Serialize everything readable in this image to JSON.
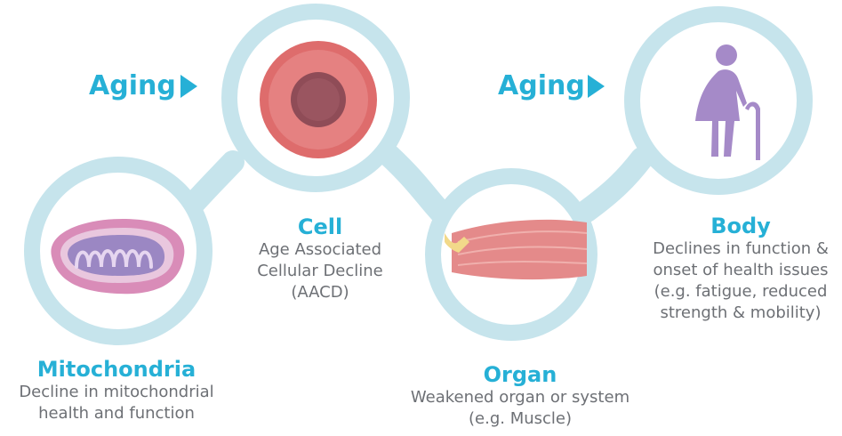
{
  "stages": [
    {
      "title": "Mitochondria",
      "description": "Decline in mitochondrial\nhealth and function"
    },
    {
      "title": "Cell",
      "description": "Age Associated\nCellular Decline\n(AACD)"
    },
    {
      "title": "Organ",
      "description": "Weakened organ or system\n(e.g. Muscle)"
    },
    {
      "title": "Body",
      "description": "Declines in function &\nonset of health issues\n(e.g. fatigue, reduced\nstrength & mobility)"
    }
  ],
  "arrows": [
    {
      "label": "Aging"
    },
    {
      "label": "Aging"
    }
  ],
  "icons": {
    "mitochondria": "mitochondria-icon",
    "cell": "cell-icon",
    "organ": "muscle-icon",
    "body": "elderly-person-icon",
    "arrow": "play-arrow-icon"
  },
  "colors": {
    "ring": "#c6e4ec",
    "accent": "#26b0d6",
    "text": "#6d7075",
    "cell_outer": "#de6c6c",
    "cell_inner": "#8f4c57",
    "mito_outer": "#d98cb8",
    "mito_inner": "#9b87c3",
    "muscle": "#e48a8a",
    "person": "#a58ac8"
  }
}
